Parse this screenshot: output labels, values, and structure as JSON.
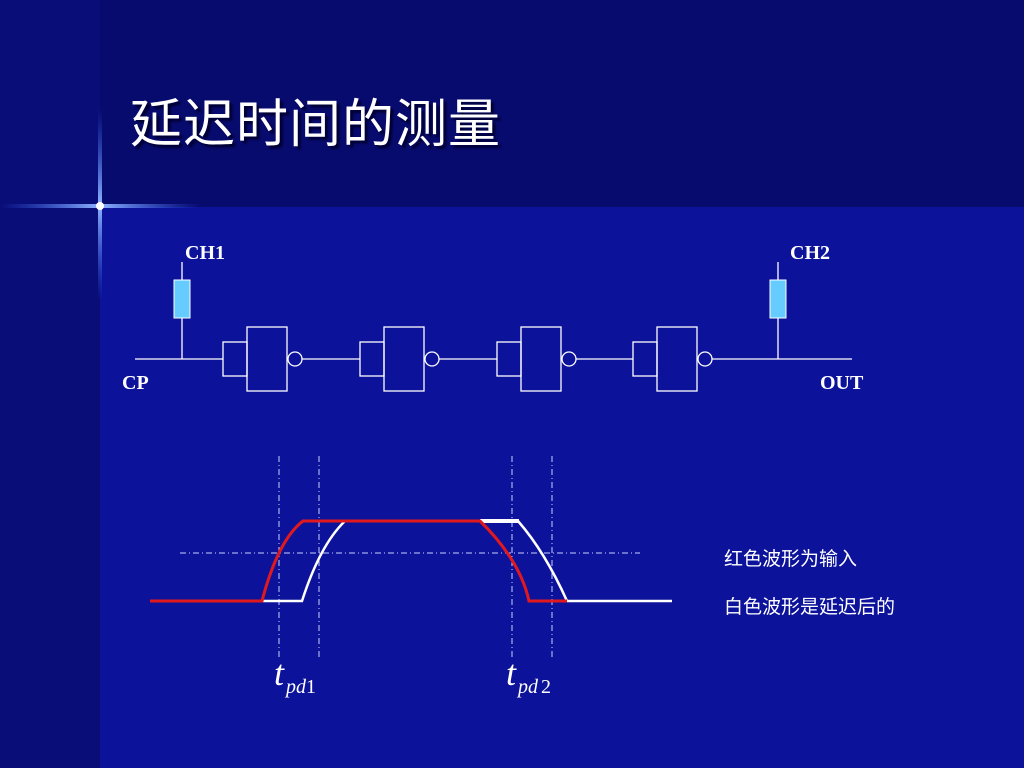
{
  "slide": {
    "title": "延迟时间的测量"
  },
  "circuit": {
    "ch1_label": "CH1",
    "ch2_label": "CH2",
    "input_label": "CP",
    "output_label": "OUT"
  },
  "waveform": {
    "tpd1": {
      "base": "t",
      "sub": "pd",
      "num": "1"
    },
    "tpd2": {
      "base": "t",
      "sub": "pd",
      "num": "2"
    }
  },
  "legend": {
    "red": "红色波形为输入",
    "white": "白色波形是延迟后的"
  },
  "colors": {
    "background": "#0c129a",
    "input_wave": "#e0191e",
    "output_wave": "#ffffff",
    "probe": "#66ccff"
  }
}
